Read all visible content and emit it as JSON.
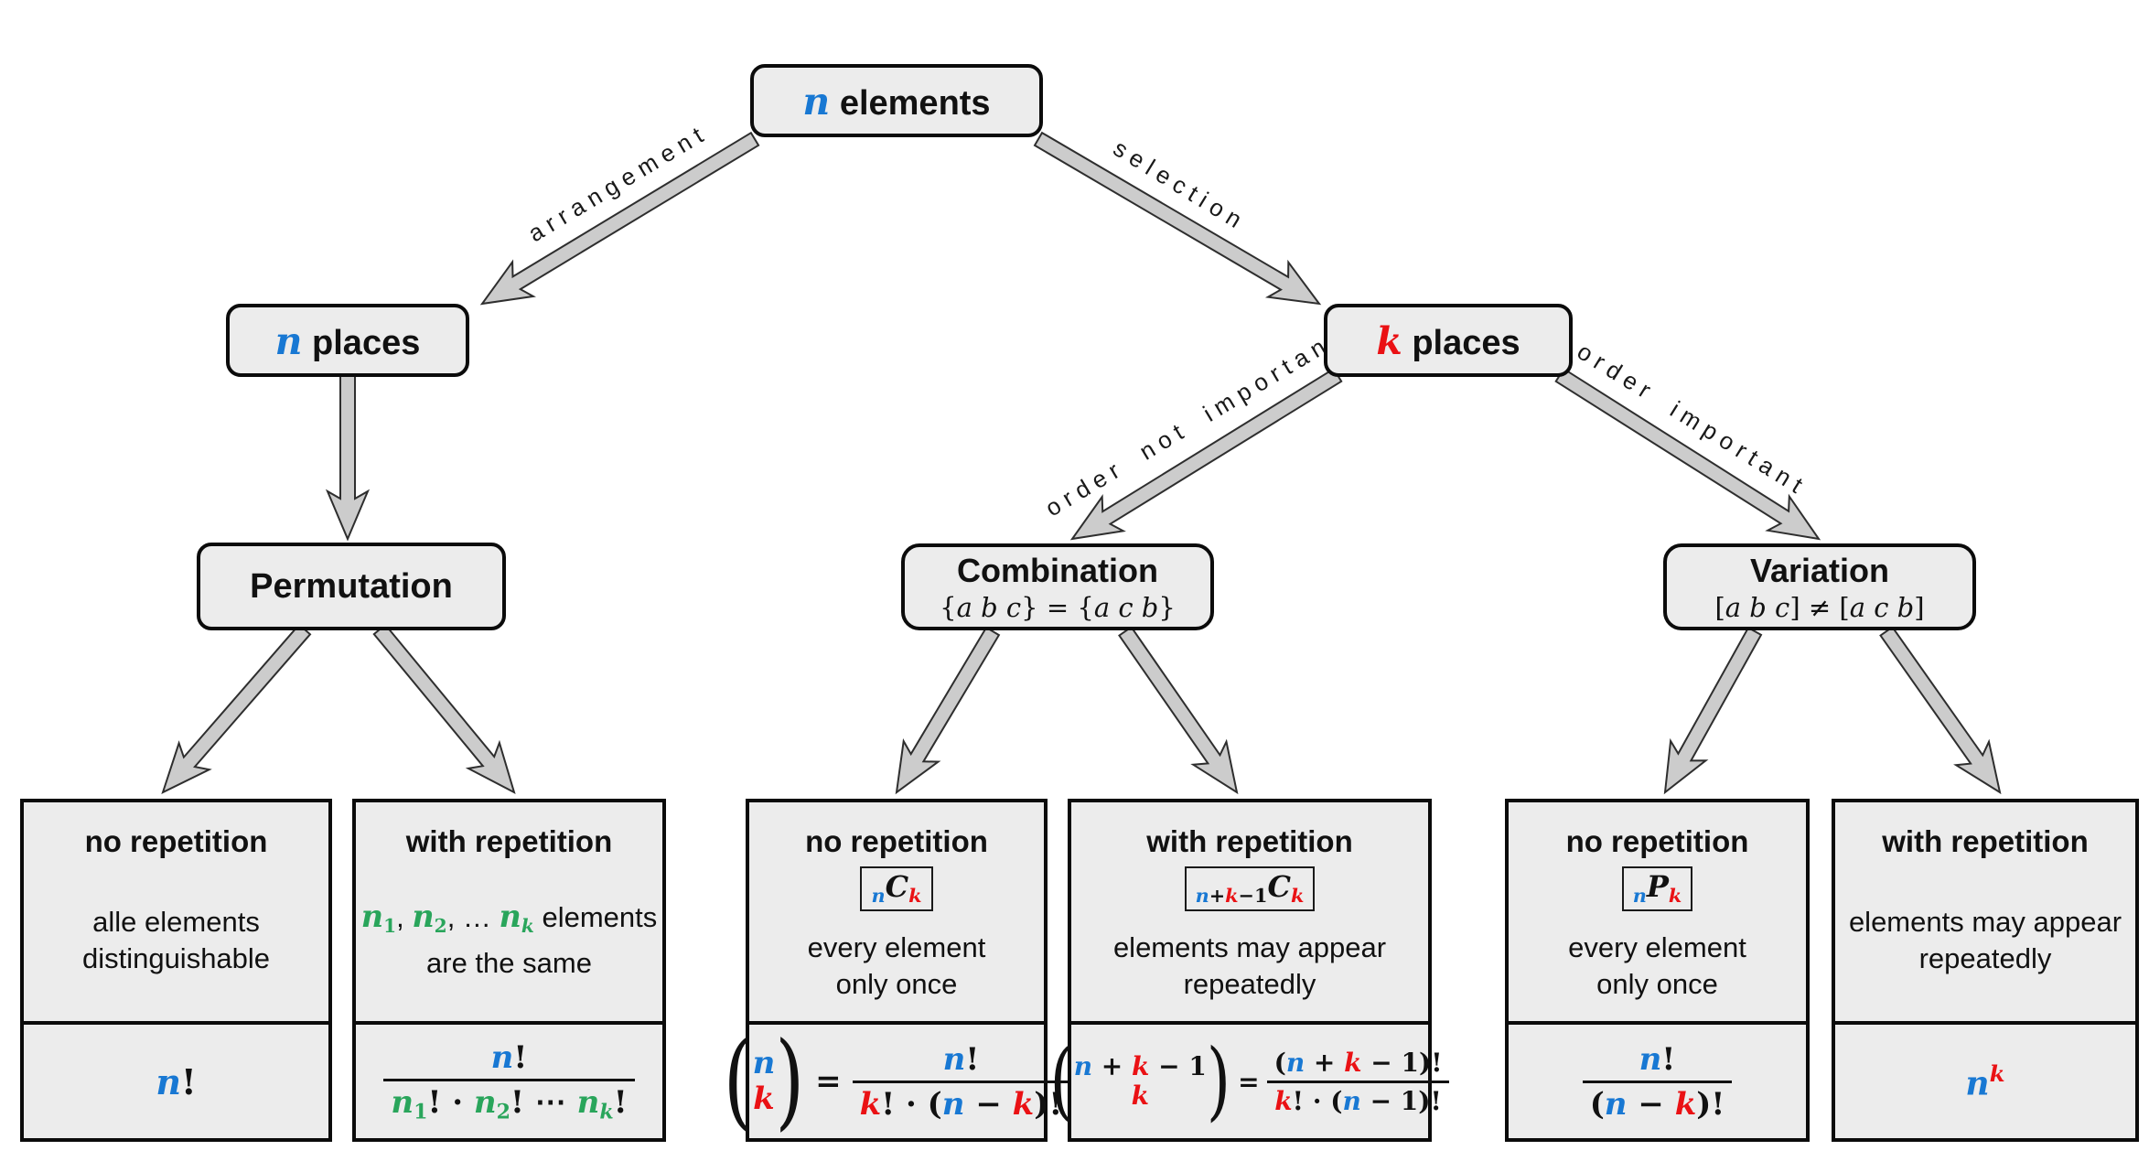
{
  "colors": {
    "accent_blue": "#1878d3",
    "accent_red": "#ea1114",
    "accent_green": "#29a55b",
    "box_fill": "#ececec",
    "box_border": "#0b0b0b",
    "arrow_fill": "#cccccc",
    "arrow_stroke": "#2e2e2e"
  },
  "root": {
    "title": [
      {
        "t": "n",
        "c": "blue",
        "i": 1,
        "m": 1
      },
      {
        "t": " elements"
      }
    ]
  },
  "level2": {
    "n_places": {
      "title": [
        {
          "t": "n",
          "c": "blue",
          "i": 1,
          "m": 1
        },
        {
          "t": " places"
        }
      ]
    },
    "k_places": {
      "title": [
        {
          "t": "k",
          "c": "red",
          "i": 1,
          "m": 1
        },
        {
          "t": " places"
        }
      ]
    }
  },
  "level3": {
    "permutation": {
      "title": "Permutation"
    },
    "combination": {
      "title": "Combination",
      "subline": [
        {
          "t": "{"
        },
        {
          "t": "a b c",
          "i": 1
        },
        {
          "t": "} = {"
        },
        {
          "t": "a c b",
          "i": 1
        },
        {
          "t": "}"
        }
      ]
    },
    "variation": {
      "title": "Variation",
      "subline": [
        {
          "t": "["
        },
        {
          "t": "a b c",
          "i": 1
        },
        {
          "t": "] ≠ ["
        },
        {
          "t": "a c b",
          "i": 1
        },
        {
          "t": "]"
        }
      ]
    }
  },
  "edges": {
    "arrangement": "arrangement",
    "selection": "selection",
    "order_not_important": "order not important",
    "order_important": "order important"
  },
  "leaves": [
    {
      "heading": "no repetition",
      "desc": [
        "alle elements",
        "distinguishable"
      ],
      "formula": {
        "tokens": [
          {
            "t": "n",
            "c": "blue",
            "i": 1
          },
          {
            "t": "!"
          }
        ]
      }
    },
    {
      "heading": "with repetition",
      "desc_rich": [
        {
          "t": "n",
          "c": "green",
          "i": 1,
          "m": 1
        },
        {
          "t": "1",
          "c": "green",
          "m": 1,
          "sub": 1
        },
        {
          "t": ", "
        },
        {
          "t": "n",
          "c": "green",
          "i": 1,
          "m": 1
        },
        {
          "t": "2",
          "c": "green",
          "m": 1,
          "sub": 1
        },
        {
          "t": ", … "
        },
        {
          "t": "n",
          "c": "green",
          "i": 1,
          "m": 1
        },
        {
          "t": "k",
          "c": "green",
          "i": 1,
          "m": 1,
          "sub": 1
        },
        {
          "t": " elements"
        }
      ],
      "desc2": "are the same",
      "formula": {
        "num": [
          {
            "t": "n",
            "c": "blue",
            "i": 1
          },
          {
            "t": "!"
          }
        ],
        "den": [
          {
            "t": "n",
            "c": "green",
            "i": 1
          },
          {
            "t": "1",
            "c": "green",
            "sub": 1
          },
          {
            "t": "! · "
          },
          {
            "t": "n",
            "c": "green",
            "i": 1
          },
          {
            "t": "2",
            "c": "green",
            "sub": 1
          },
          {
            "t": "! ⋯ "
          },
          {
            "t": "n",
            "c": "green",
            "i": 1
          },
          {
            "t": "k",
            "c": "green",
            "i": 1,
            "sub": 1
          },
          {
            "t": "!"
          }
        ]
      }
    },
    {
      "heading": "no repetition",
      "badge": [
        {
          "t": "n",
          "c": "blue",
          "i": 1,
          "sub": 1
        },
        {
          "t": "C",
          "i": 1
        },
        {
          "t": "k",
          "c": "red",
          "i": 1,
          "sub": 1
        }
      ],
      "desc": [
        "every element",
        "only once"
      ],
      "formula": {
        "open": "(",
        "close": ")",
        "eq": "=",
        "binom_top": [
          {
            "t": "n",
            "c": "blue",
            "i": 1
          }
        ],
        "binom_bottom": [
          {
            "t": "k",
            "c": "red",
            "i": 1
          }
        ],
        "num": [
          {
            "t": "n",
            "c": "blue",
            "i": 1
          },
          {
            "t": "!"
          }
        ],
        "den": [
          {
            "t": "k",
            "c": "red",
            "i": 1
          },
          {
            "t": "! · ("
          },
          {
            "t": "n",
            "c": "blue",
            "i": 1
          },
          {
            "t": " − "
          },
          {
            "t": "k",
            "c": "red",
            "i": 1
          },
          {
            "t": ")!"
          }
        ]
      }
    },
    {
      "heading": "with repetition",
      "badge": [
        {
          "t": "n",
          "c": "blue",
          "i": 1,
          "sub": 1
        },
        {
          "t": "+",
          "sub": 1
        },
        {
          "t": "k",
          "c": "red",
          "i": 1,
          "sub": 1
        },
        {
          "t": "−1",
          "sub": 1
        },
        {
          "t": "C",
          "i": 1
        },
        {
          "t": "k",
          "c": "red",
          "i": 1,
          "sub": 1
        }
      ],
      "desc": [
        "elements may appear",
        "repeatedly"
      ],
      "formula": {
        "open": "(",
        "close": ")",
        "eq": "=",
        "binom_top": [
          {
            "t": "n",
            "c": "blue",
            "i": 1
          },
          {
            "t": " + "
          },
          {
            "t": "k",
            "c": "red",
            "i": 1
          },
          {
            "t": " − 1"
          }
        ],
        "binom_bottom": [
          {
            "t": "k",
            "c": "red",
            "i": 1
          }
        ],
        "num": [
          {
            "t": "("
          },
          {
            "t": "n",
            "c": "blue",
            "i": 1
          },
          {
            "t": " + "
          },
          {
            "t": "k",
            "c": "red",
            "i": 1
          },
          {
            "t": " − 1)!"
          }
        ],
        "den": [
          {
            "t": "k",
            "c": "red",
            "i": 1
          },
          {
            "t": "! · ("
          },
          {
            "t": "n",
            "c": "blue",
            "i": 1
          },
          {
            "t": " − 1)!"
          }
        ]
      }
    },
    {
      "heading": "no repetition",
      "badge": [
        {
          "t": "n",
          "c": "blue",
          "i": 1,
          "sub": 1
        },
        {
          "t": "P",
          "i": 1
        },
        {
          "t": "k",
          "c": "red",
          "i": 1,
          "sub": 1
        }
      ],
      "desc": [
        "every element",
        "only once"
      ],
      "formula": {
        "num": [
          {
            "t": "n",
            "c": "blue",
            "i": 1
          },
          {
            "t": "!"
          }
        ],
        "den": [
          {
            "t": "("
          },
          {
            "t": "n",
            "c": "blue",
            "i": 1
          },
          {
            "t": " − "
          },
          {
            "t": "k",
            "c": "red",
            "i": 1
          },
          {
            "t": ")!"
          }
        ]
      }
    },
    {
      "heading": "with repetition",
      "desc": [
        "elements may appear",
        "repeatedly"
      ],
      "formula": {
        "tokens": [
          {
            "t": "n",
            "c": "blue",
            "i": 1
          },
          {
            "t": "k",
            "c": "red",
            "i": 1,
            "sup": 1
          }
        ]
      }
    }
  ]
}
